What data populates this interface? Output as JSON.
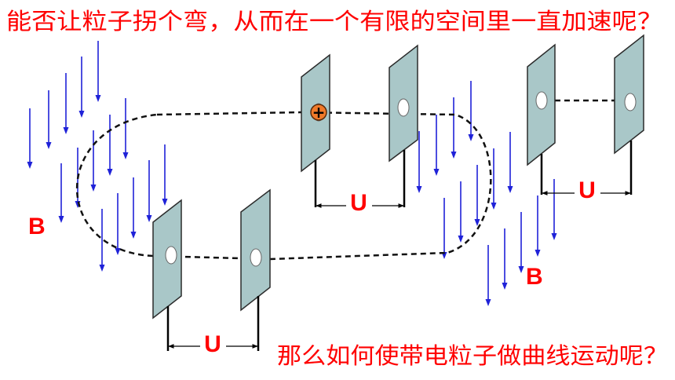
{
  "slide": {
    "question_top": "能否让粒子拐个弯，从而在一个有限的空间里一直加速呢？",
    "question_bottom": "那么如何使带电粒子做曲线运动呢？"
  },
  "labels": {
    "field_left": "B",
    "field_right": "B",
    "voltage_top_middle": "U",
    "voltage_top_right": "U",
    "voltage_bottom": "U"
  },
  "particle": {
    "charge_sign": "+"
  },
  "colors": {
    "text_red": "#ff0000",
    "field_blue": "#1f22d8",
    "plate_fill": "#a9c7c8",
    "particle_orange": "#f07a2a"
  }
}
